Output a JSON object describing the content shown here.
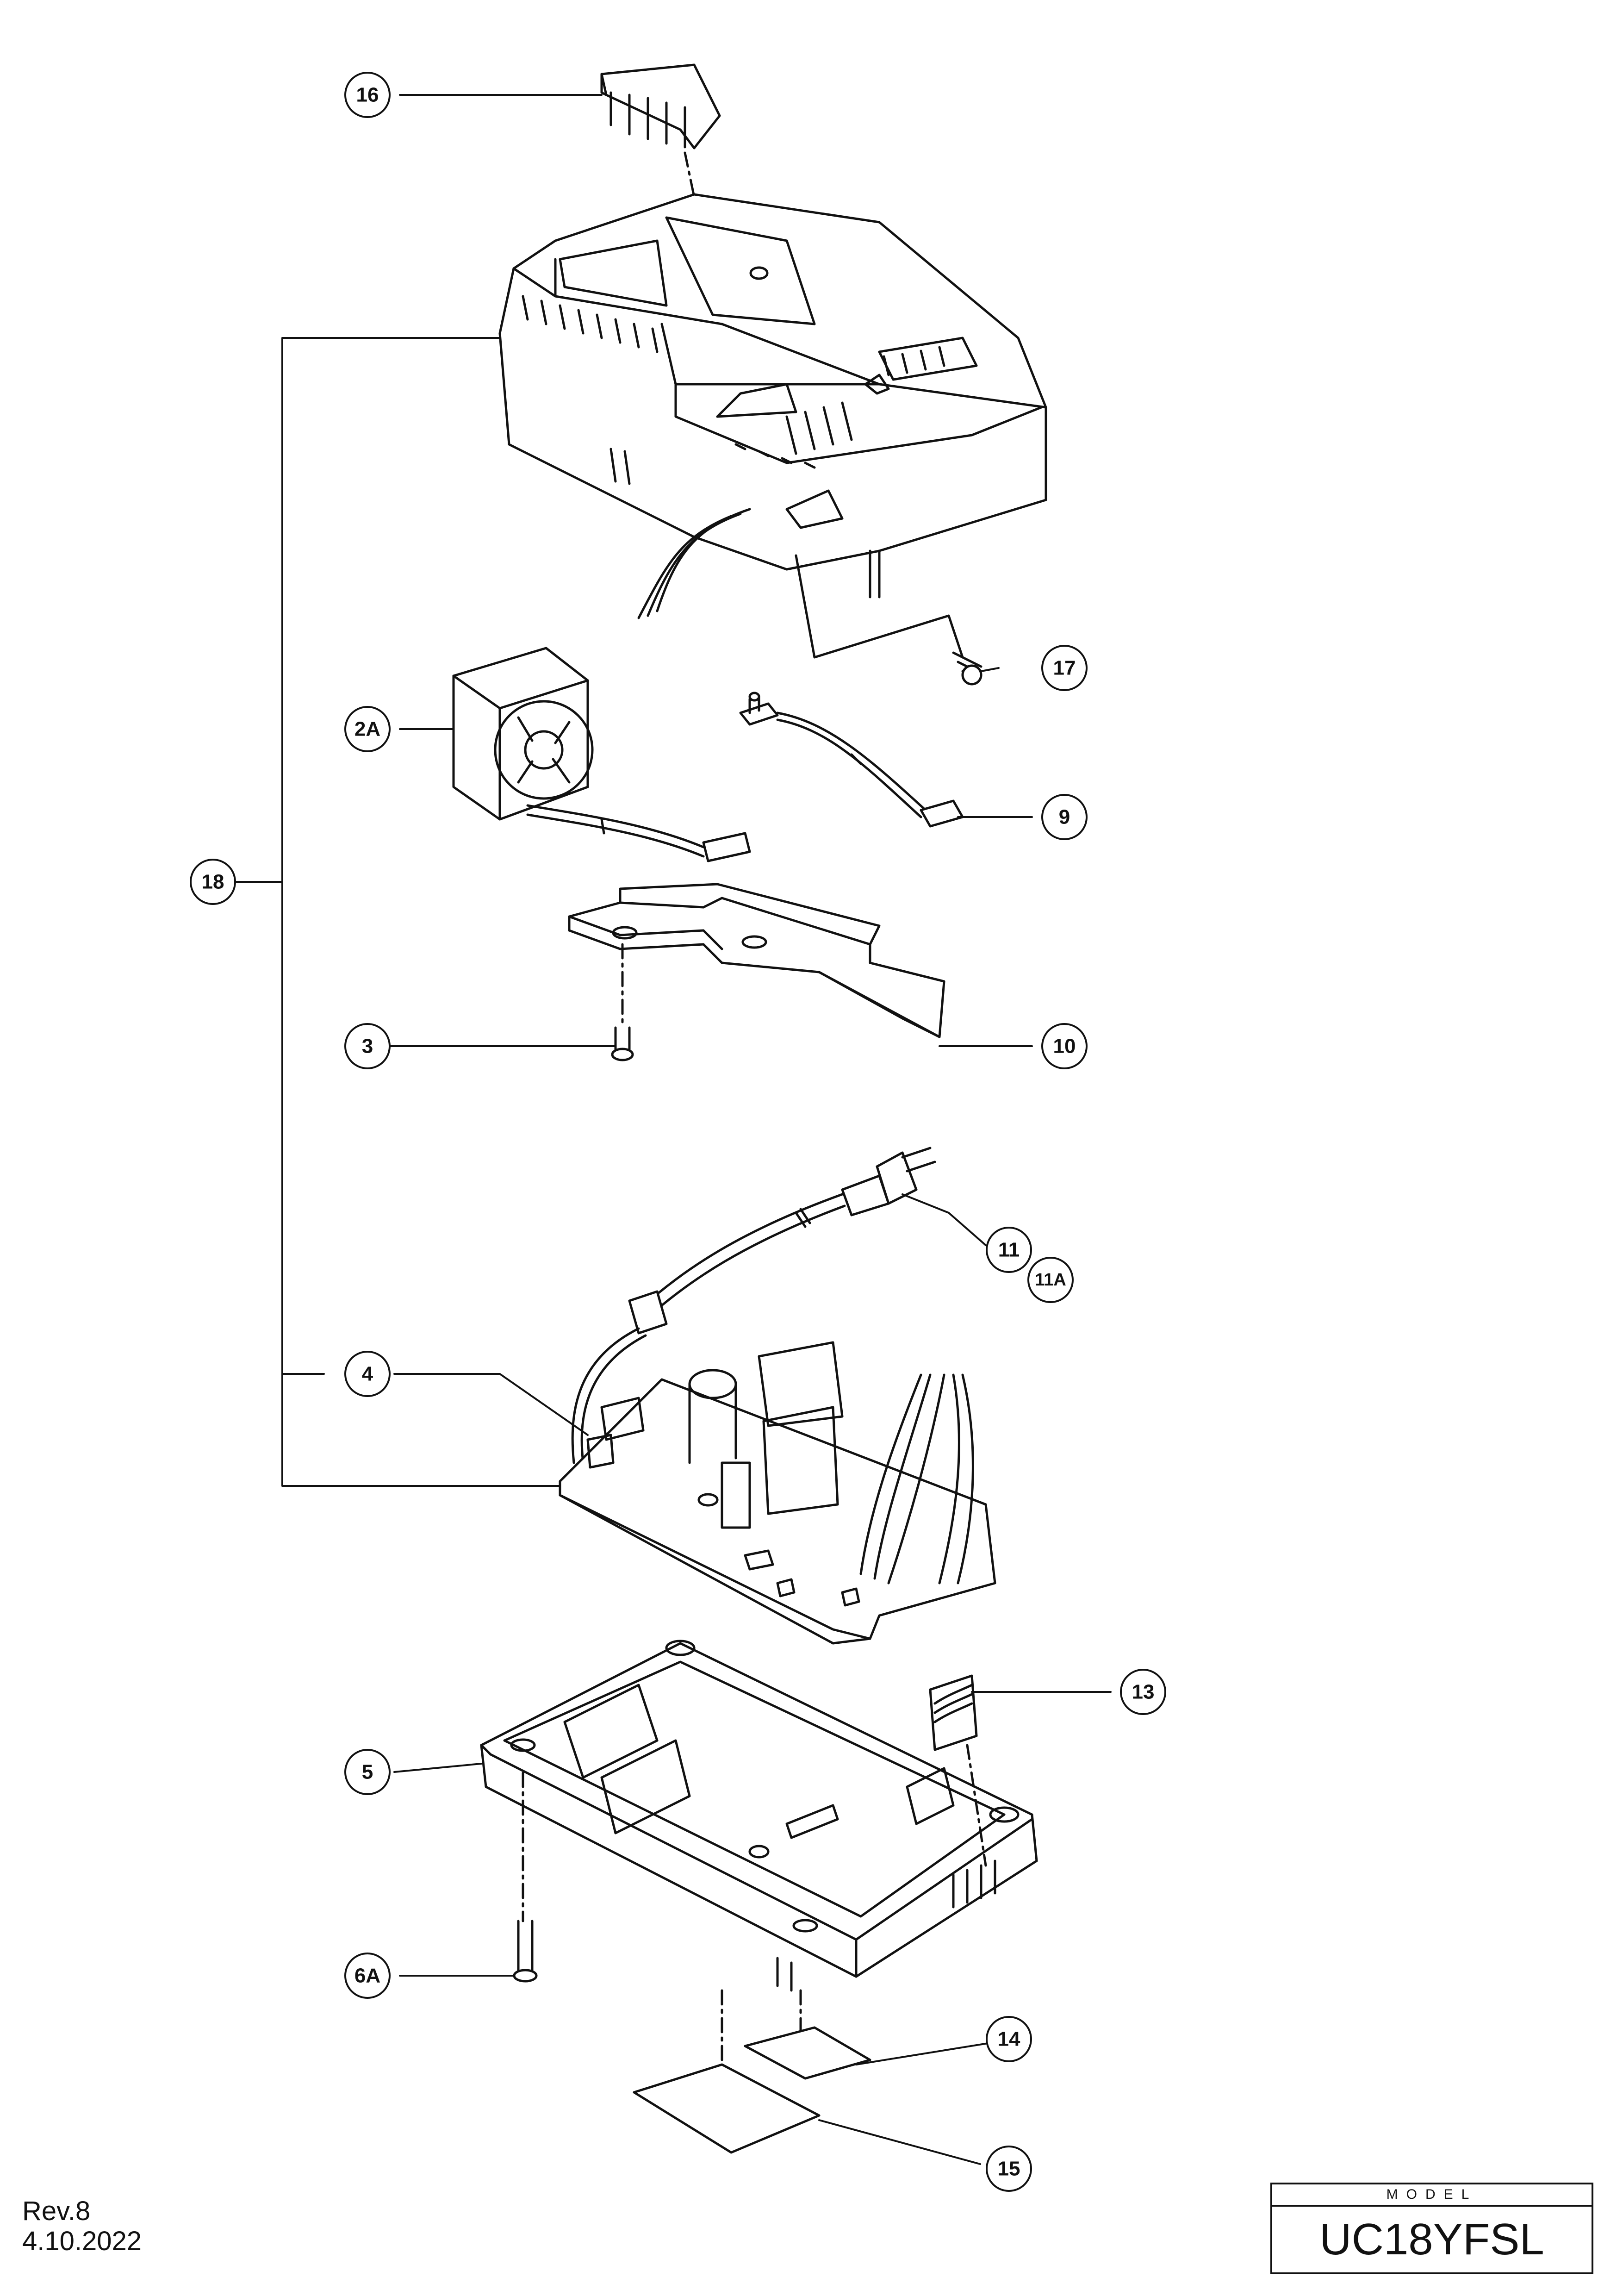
{
  "callouts": [
    {
      "label": "16"
    },
    {
      "label": "17"
    },
    {
      "label": "2A"
    },
    {
      "label": "9"
    },
    {
      "label": "18"
    },
    {
      "label": "3"
    },
    {
      "label": "10"
    },
    {
      "label": "11"
    },
    {
      "label": "11A"
    },
    {
      "label": "4"
    },
    {
      "label": "13"
    },
    {
      "label": "5"
    },
    {
      "label": "6A"
    },
    {
      "label": "14"
    },
    {
      "label": "15"
    }
  ],
  "revision": {
    "rev": "Rev.8",
    "date": "4.10.2022"
  },
  "model": {
    "label": "MODEL",
    "name": "UC18YFSL"
  }
}
